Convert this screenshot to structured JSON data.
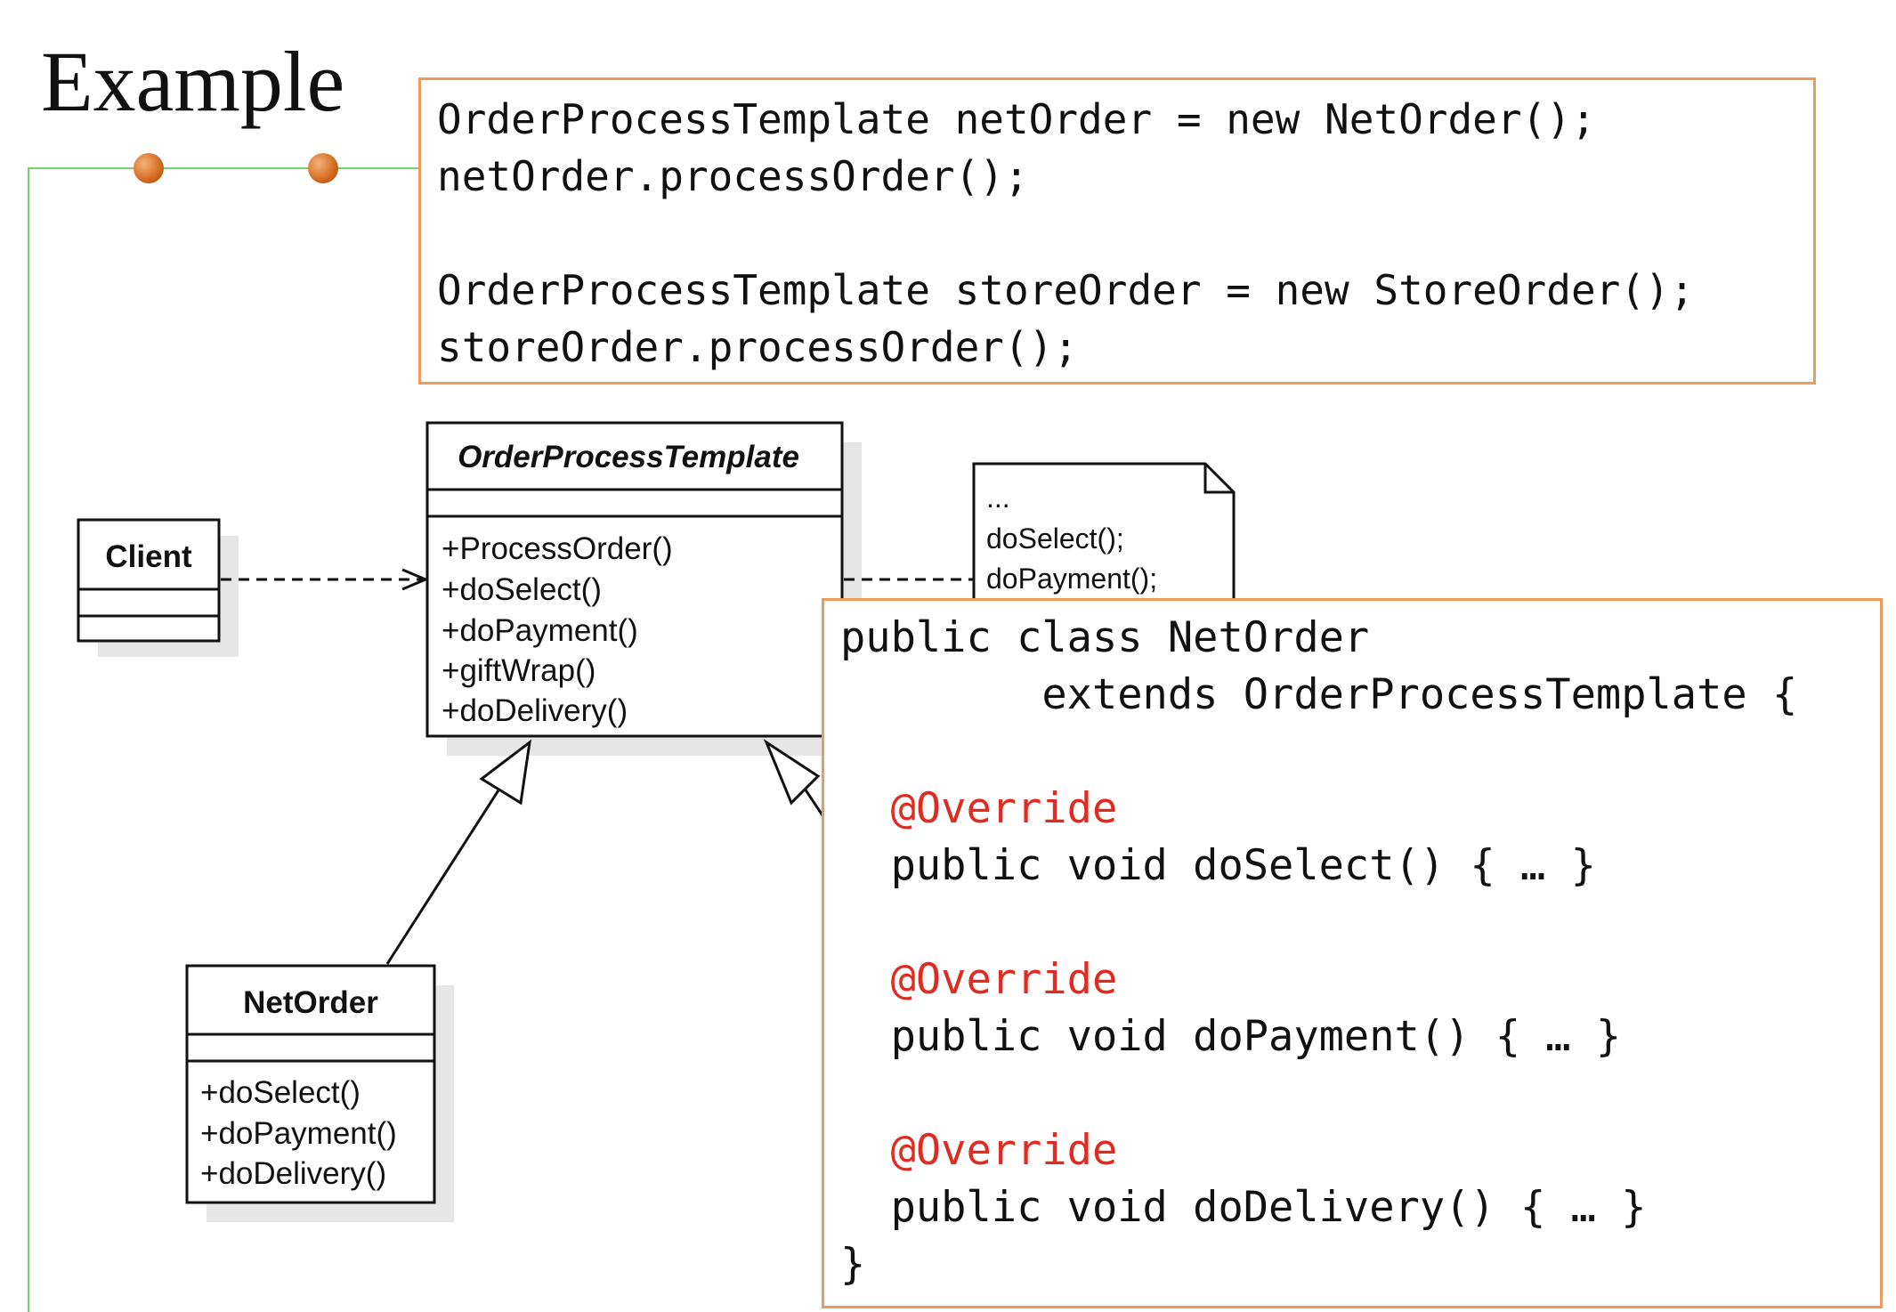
{
  "slide": {
    "title": "Example"
  },
  "client_code": [
    "OrderProcessTemplate netOrder = new NetOrder();",
    "netOrder.processOrder();",
    "",
    "OrderProcessTemplate storeOrder = new StoreOrder();",
    "storeOrder.processOrder();"
  ],
  "uml": {
    "client": {
      "name": "Client"
    },
    "template": {
      "name": "OrderProcessTemplate",
      "methods": [
        "+ProcessOrder()",
        "+doSelect()",
        "+doPayment()",
        "+giftWrap()",
        "+doDelivery()"
      ]
    },
    "netorder": {
      "name": "NetOrder",
      "methods": [
        "+doSelect()",
        "+doPayment()",
        "+doDelivery()"
      ]
    },
    "note": {
      "lines": [
        "...",
        "doSelect();",
        "doPayment();"
      ]
    }
  },
  "netorder_code": {
    "lines": [
      {
        "text": "public class NetOrder",
        "annotation": false
      },
      {
        "text": "        extends OrderProcessTemplate {",
        "annotation": false
      },
      {
        "text": "",
        "annotation": false
      },
      {
        "text": "  @Override",
        "annotation": true
      },
      {
        "text": "  public void doSelect() { … }",
        "annotation": false
      },
      {
        "text": "",
        "annotation": false
      },
      {
        "text": "  @Override",
        "annotation": true
      },
      {
        "text": "  public void doPayment() { … }",
        "annotation": false
      },
      {
        "text": "",
        "annotation": false
      },
      {
        "text": "  @Override",
        "annotation": true
      },
      {
        "text": "  public void doDelivery() { … }",
        "annotation": false
      },
      {
        "text": "}",
        "annotation": false
      }
    ]
  },
  "colors": {
    "box_border": "#ee9a5a",
    "annotation": "#e02b20",
    "guide_line": "#6fd36f",
    "bullet": "#d2691e"
  }
}
